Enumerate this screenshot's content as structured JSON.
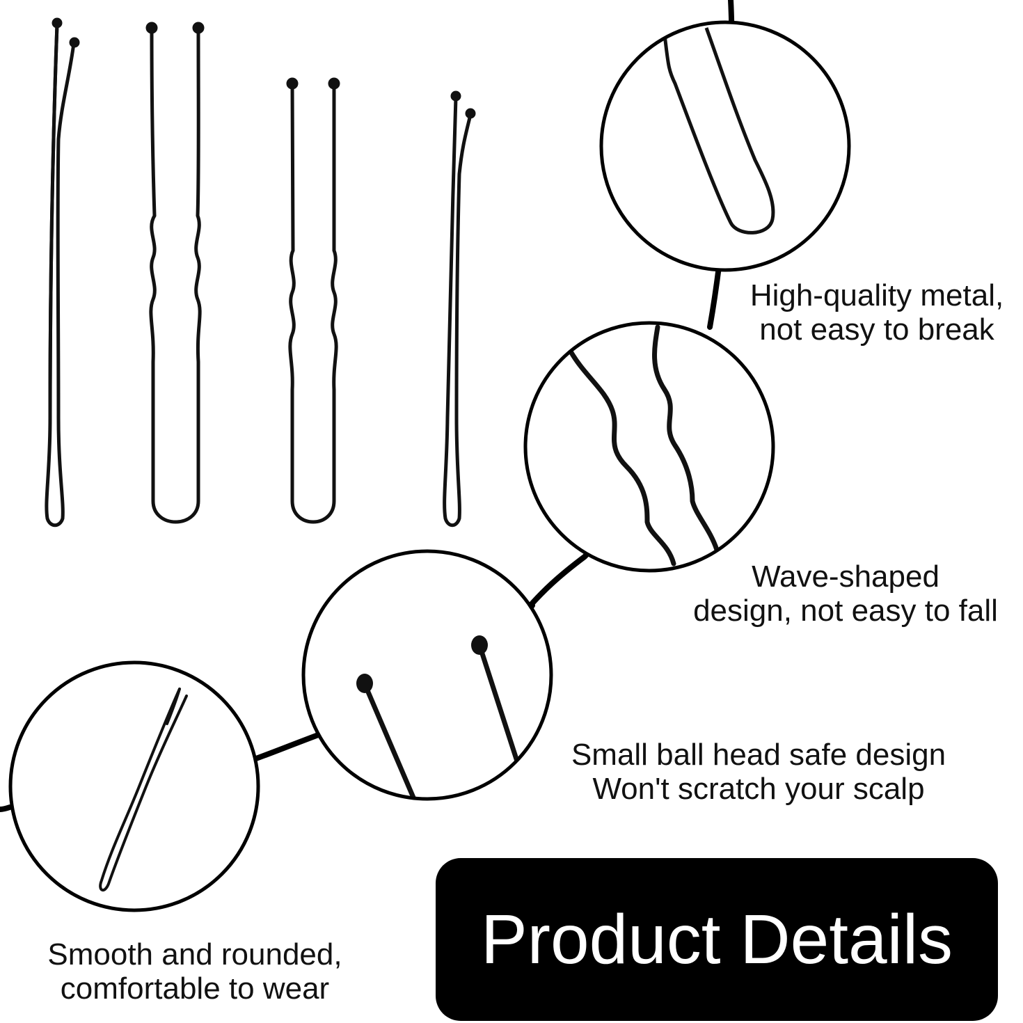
{
  "features": [
    {
      "lines": [
        "High-quality metal,",
        "not easy to break"
      ],
      "icon": "u-pin-bend-detail-icon"
    },
    {
      "lines": [
        "Wave-shaped",
        "design, not easy to fall"
      ],
      "icon": "wave-detail-icon"
    },
    {
      "lines": [
        "Small ball head safe design",
        "Won't scratch your scalp"
      ],
      "icon": "ball-tip-detail-icon"
    },
    {
      "lines": [
        "Smooth and rounded,",
        "comfortable to wear"
      ],
      "icon": "bobby-pin-detail-icon"
    }
  ],
  "badge": {
    "label": "Product Details"
  },
  "colors": {
    "ink": "#111111",
    "badge_bg": "#000000",
    "badge_text": "#ffffff",
    "background": "#ffffff"
  }
}
